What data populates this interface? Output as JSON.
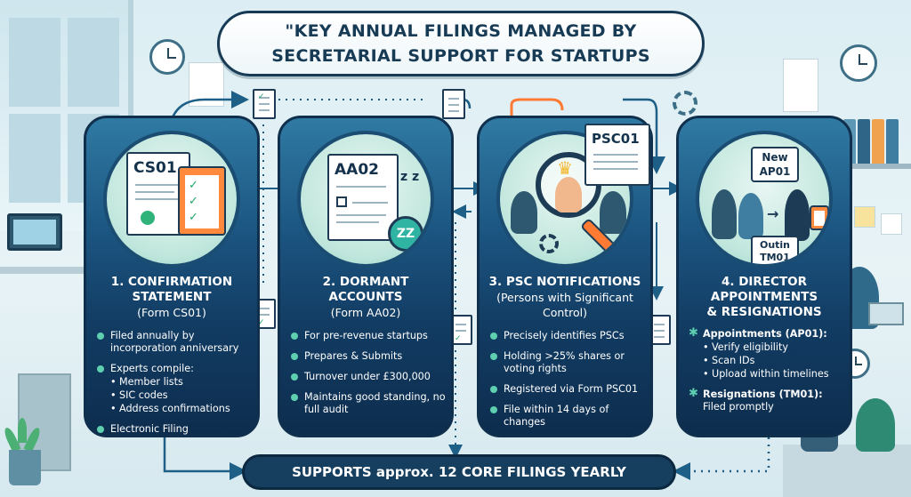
{
  "title": {
    "line1": "\"KEY ANNUAL FILINGS MANAGED BY",
    "line2": "SECRETARIAL SUPPORT FOR STARTUPS"
  },
  "cards": [
    {
      "icon_label": "CS01",
      "heading_line1": "1. CONFIRMATION",
      "heading_line2": "STATEMENT",
      "heading_sub": "(Form CS01)",
      "bullets": [
        "Filed annually by incorporation anniversary",
        "Experts compile:",
        "Electronic Filing"
      ],
      "sub_bullets": [
        "Member lists",
        "SIC codes",
        "Address confirmations"
      ]
    },
    {
      "icon_label": "AA02",
      "icon_sleep": "z z",
      "icon_zz": "ZZ",
      "heading_line1": "2. DORMANT",
      "heading_line2": "ACCOUNTS",
      "heading_sub": "(Form AA02)",
      "bullets": [
        "For pre-revenue startups",
        "Prepares & Submits",
        "Turnover under £300,000",
        "Maintains good standing, no full audit"
      ]
    },
    {
      "icon_label": "PSC01",
      "heading_line1": "3. PSC NOTIFICATIONS",
      "heading_sub1": "(Persons with Significant",
      "heading_sub2": "Control)",
      "bullets": [
        "Precisely identifies PSCs",
        "Holding >25% shares or voting rights",
        "Registered via Form PSC01",
        "File within 14 days of changes"
      ]
    },
    {
      "icon_label_new": "New",
      "icon_label_ap": "AP01",
      "icon_label_out": "Outin",
      "icon_label_tm": "TM01",
      "heading_line1": "4. DIRECTOR",
      "heading_line2": "APPOINTMENTS",
      "heading_line3": "& RESIGNATIONS",
      "bullets": [
        "Appointments (AP01):",
        "Resignations (TM01):"
      ],
      "sub_bullets": [
        "Verify eligibility",
        "Scan IDs",
        "Upload within timelines"
      ],
      "resign_detail": "Filed promptly"
    }
  ],
  "footer": "SUPPORTS approx. 12 CORE FILINGS YEARLY",
  "colors": {
    "navy": "#173a55",
    "card_top": "#2f7aa3",
    "card_bottom": "#0d2d4e",
    "accent_green": "#5ed0b0",
    "accent_orange": "#ff7a33",
    "connector": "#1d5f86"
  },
  "icons": [
    "clock-icon",
    "gear-icon",
    "document-icon",
    "clipboard-icon",
    "magnifier-icon",
    "crown-icon",
    "check-icon",
    "arrow-icon"
  ]
}
